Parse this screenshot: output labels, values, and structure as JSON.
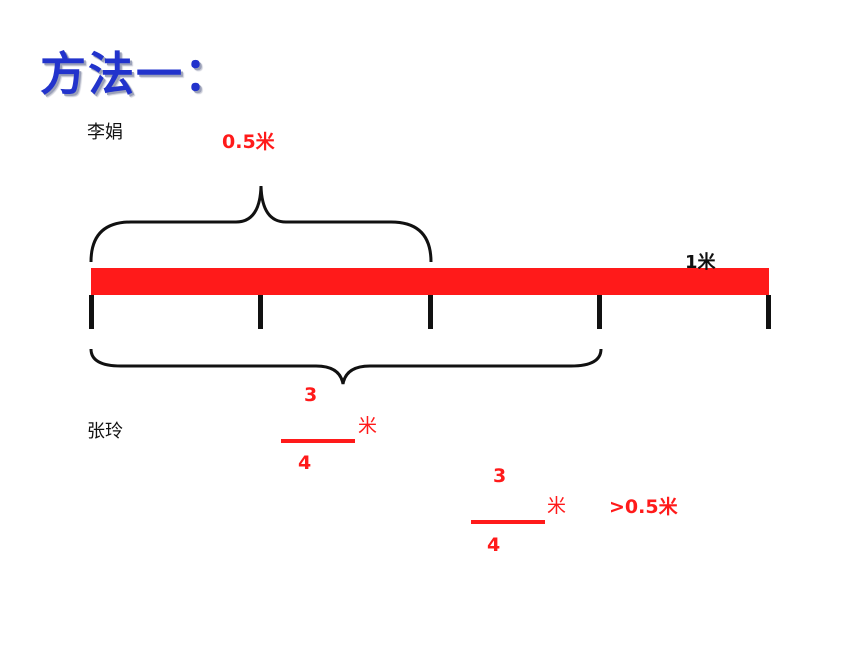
{
  "heading": "方法一：",
  "person_a": "李娟",
  "person_a_length": "0.5米",
  "whole_length": "1米",
  "person_b": "张玲",
  "fraction_1": {
    "numerator": "3",
    "denominator": "4",
    "unit": "米"
  },
  "fraction_2": {
    "numerator": "3",
    "denominator": "4",
    "unit": "米"
  },
  "comparison": ">0.5米",
  "colors": {
    "red": "#ff1a1a",
    "title_blue": "#2233cc",
    "black": "#111111"
  },
  "diagram": {
    "segments": 4,
    "upper_brace_parts": 2,
    "lower_brace_parts": 3
  }
}
